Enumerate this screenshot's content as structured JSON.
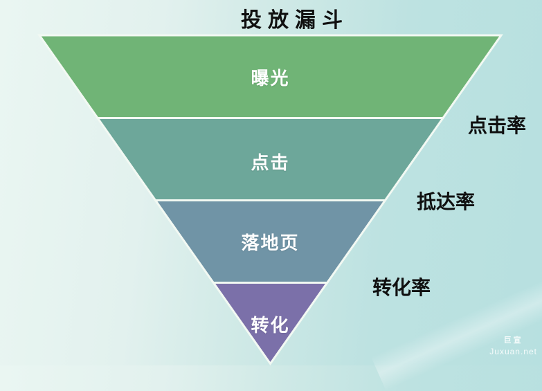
{
  "page": {
    "title": "投放漏斗"
  },
  "funnel": {
    "stages": [
      {
        "label": "曝光",
        "color": "#70b476"
      },
      {
        "label": "点击",
        "color": "#6da79a"
      },
      {
        "label": "落地页",
        "color": "#7094a6"
      },
      {
        "label": "转化",
        "color": "#7b70a9"
      }
    ],
    "rates": [
      {
        "label": "点击率"
      },
      {
        "label": "抵达率"
      },
      {
        "label": "转化率"
      }
    ],
    "separator_color": "#f2f9f3"
  },
  "background": {
    "left_color": "#eaf6f2",
    "right_color": "#b7e0e0"
  },
  "watermark": {
    "brand": "巨宣",
    "site": "Juxuan.net"
  }
}
